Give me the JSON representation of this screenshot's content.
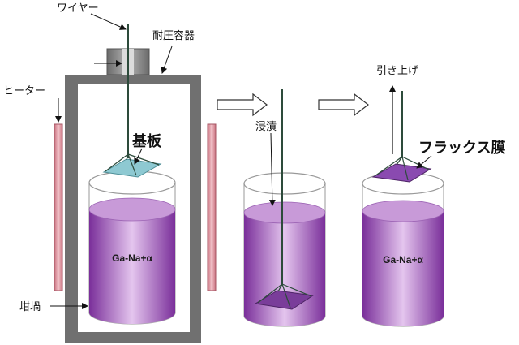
{
  "labels": {
    "wire": "ワイヤー",
    "pressure_vessel": "耐圧容器",
    "heater": "ヒーター",
    "substrate": "基板",
    "crucible": "坩堝",
    "melt_1": "Ga-Na+α",
    "immersion": "浸漬",
    "pull_up": "引き上げ",
    "flux_film": "フラックス膜",
    "melt_3": "Ga-Na+α"
  },
  "colors": {
    "vessel_wall": "#666666",
    "heater": "#d98a95",
    "liquid": "#9a4fb6",
    "liquid_light": "#d7b2e2",
    "substrate": "#8ec9d2",
    "substrate_coated": "#8a4ab0",
    "wire": "#2d4b3b"
  }
}
